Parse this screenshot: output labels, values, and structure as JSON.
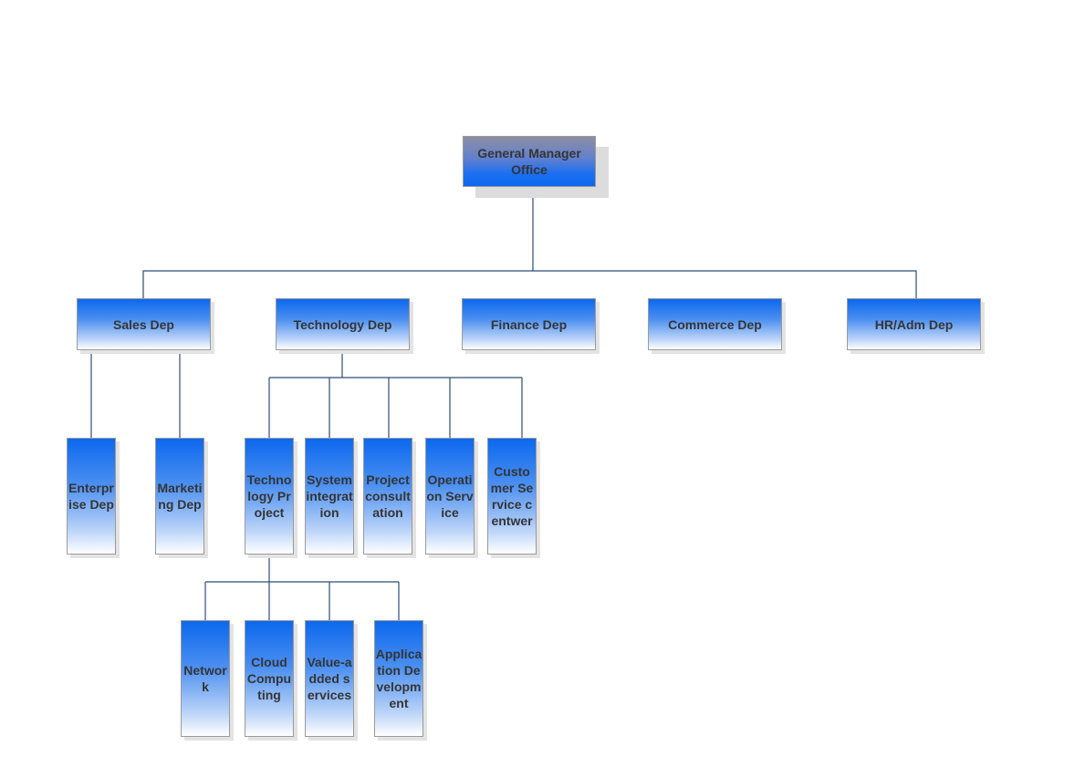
{
  "org_chart": {
    "root": "General Manager Office",
    "departments": {
      "sales": "Sales Dep",
      "technology": "Technology Dep",
      "finance": "Finance Dep",
      "commerce": "Commerce Dep",
      "hr_adm": "HR/Adm Dep"
    },
    "sales_units": {
      "enterprise": "Enterprise Dep",
      "marketing": "Marketing Dep"
    },
    "technology_units": {
      "technology_project": "Technology Project",
      "system_integration": "System integration",
      "project_consultation": "Project consultation",
      "operation_service": "Operation Service",
      "customer_service": "Customer Service centwer"
    },
    "technology_project_units": {
      "network": "Network",
      "cloud_computing": "Cloud Computing",
      "value_added": "Value-added services",
      "application_development": "Application Development"
    }
  }
}
